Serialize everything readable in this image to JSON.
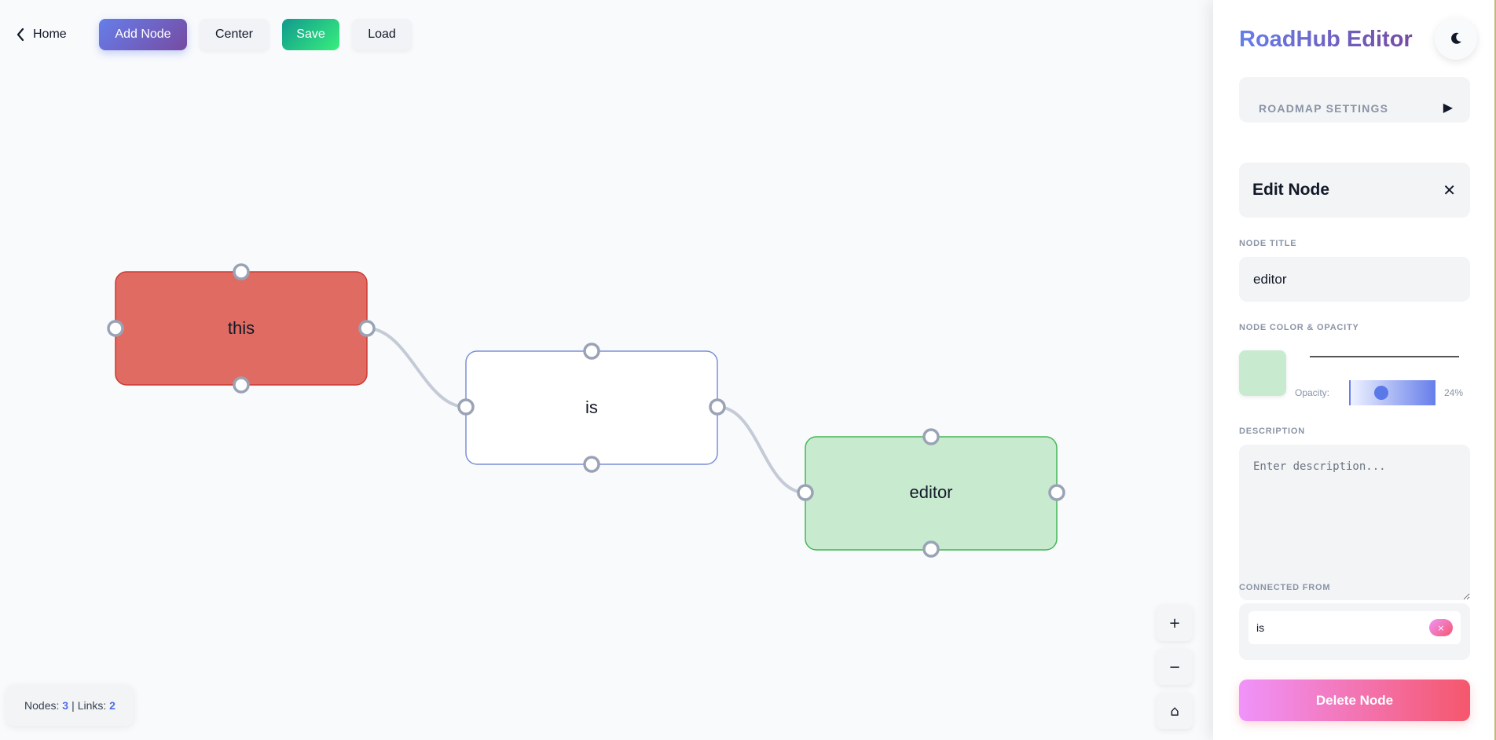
{
  "toolbar": {
    "home_label": "Home",
    "add_node_label": "Add Node",
    "center_label": "Center",
    "save_label": "Save",
    "load_label": "Load"
  },
  "nodes": [
    {
      "title": "this",
      "color": "#e06b62",
      "border": "#cc3b33"
    },
    {
      "title": "is",
      "color": "#ffffff",
      "border": "#7b8fd6"
    },
    {
      "title": "editor",
      "color": "#c8ebd0",
      "border": "#46b656"
    }
  ],
  "zoom": {
    "in_icon": "plus-icon",
    "out_icon": "minus-icon",
    "home_icon": "home-icon",
    "in_label": "+",
    "out_label": "−",
    "home_label": "⌂"
  },
  "stats": {
    "nodes_label": "Nodes:",
    "nodes_count": "3",
    "separator": "|",
    "links_label": "Links:",
    "links_count": "2"
  },
  "panel": {
    "title": "RoadHub Editor",
    "theme_icon": "moon-icon",
    "settings_label": "ROADMAP SETTINGS",
    "settings_arrow": "▶",
    "edit_title": "Edit Node",
    "close_label": "✕",
    "node_title_label": "NODE TITLE",
    "node_title_value": "editor",
    "color_label": "NODE COLOR & OPACITY",
    "color_value": "#c8ebd0",
    "opacity_label": "Opacity:",
    "opacity_value": "24%",
    "opacity_fraction": 0.24,
    "description_label": "DESCRIPTION",
    "description_placeholder": "Enter description...",
    "connected_from_label": "CONNECTED FROM",
    "connected_from": [
      {
        "name": "is",
        "remove_label": "×"
      }
    ],
    "delete_label": "Delete Node"
  },
  "colors": {
    "accent": "#667eea",
    "save": "#11998e",
    "delete": "#f5576c",
    "connector": "#c5cbd6",
    "handle": "#9aa3b5"
  }
}
